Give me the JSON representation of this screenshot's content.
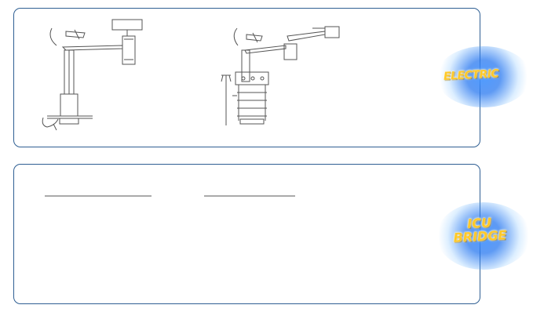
{
  "panels": {
    "electric": {
      "label": "ELECTRIC"
    },
    "icu_bridge": {
      "label_line1": "ICU",
      "label_line2": "BRIDGE"
    }
  },
  "colors": {
    "panel_border": "#2f5f93",
    "badge_text": "#ffc928",
    "badge_glow": "#2f7df0",
    "line_art": "#555555"
  }
}
